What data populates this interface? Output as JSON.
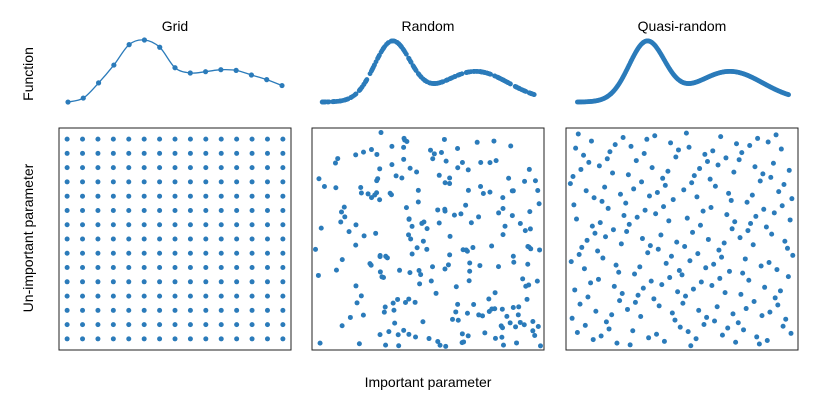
{
  "figure": {
    "xlabel": "Important parameter",
    "ylabel_top": "Function",
    "ylabel_bottom": "Un-important parameter"
  },
  "colors": {
    "point": "#2b7bba",
    "frame": "#222222"
  },
  "chart_data": [
    {
      "type": "line",
      "title": "Grid",
      "description_role": "function samples on grid",
      "x": [
        0.0,
        0.0714,
        0.1429,
        0.2143,
        0.2857,
        0.3571,
        0.4286,
        0.5,
        0.5714,
        0.6429,
        0.7143,
        0.7857,
        0.8571,
        0.9286,
        1.0
      ],
      "y": [
        0.06,
        0.12,
        0.35,
        0.62,
        0.93,
        1.0,
        0.89,
        0.58,
        0.5,
        0.52,
        0.55,
        0.54,
        0.47,
        0.4,
        0.31
      ]
    },
    {
      "type": "line",
      "title": "Random",
      "description_role": "function samples at random positions",
      "curve": "dense samples along the same function"
    },
    {
      "type": "line",
      "title": "Quasi-random",
      "description_role": "function samples at quasi-random positions",
      "curve": "dense samples along the same function"
    },
    {
      "type": "scatter",
      "pattern": "grid",
      "grid_size": [
        15,
        15
      ],
      "xlim": [
        0,
        1
      ],
      "ylim": [
        0,
        1
      ]
    },
    {
      "type": "scatter",
      "pattern": "random",
      "n_points": 225,
      "xlim": [
        0,
        1
      ],
      "ylim": [
        0,
        1
      ]
    },
    {
      "type": "scatter",
      "pattern": "quasi-random",
      "n_points": 225,
      "xlim": [
        0,
        1
      ],
      "ylim": [
        0,
        1
      ]
    }
  ]
}
